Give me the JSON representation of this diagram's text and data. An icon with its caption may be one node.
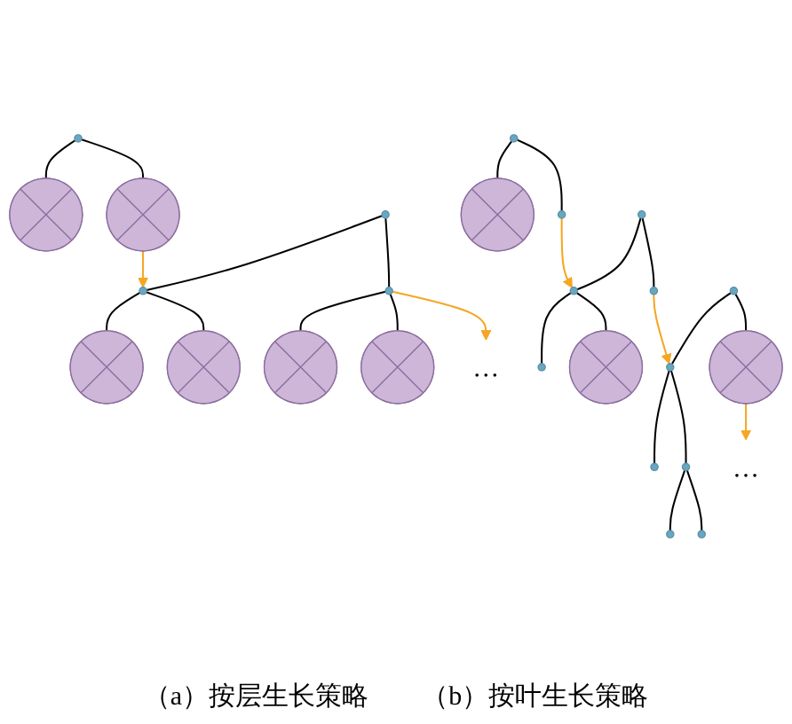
{
  "diagram": {
    "nodes": [
      {
        "text": [],
        "shape": "circle"
      },
      {
        "text": [],
        "shape": "circle"
      },
      {
        "text": [],
        "shape": "circle"
      },
      {
        "text": [],
        "shape": "circle"
      },
      {
        "text": [],
        "shape": "circle"
      },
      {
        "text": [],
        "shape": "circle"
      },
      {
        "text": [],
        "shape": "circle"
      },
      {
        "text": [],
        "shape": "circle"
      },
      {
        "text": [],
        "shape": "circle"
      },
      {
        "text": [],
        "shape": "circle"
      },
      {
        "text": [
          "…"
        ]
      },
      {
        "text": [],
        "shape": "circle"
      },
      {
        "text": [],
        "shape": "circle"
      },
      {
        "text": [],
        "shape": "circle"
      },
      {
        "text": [],
        "shape": "circle"
      },
      {
        "text": [],
        "shape": "circle"
      },
      {
        "text": [],
        "shape": "circle"
      },
      {
        "text": [],
        "shape": "circle"
      },
      {
        "text": [],
        "shape": "circle"
      },
      {
        "text": [],
        "shape": "circle"
      },
      {
        "text": [],
        "shape": "circle"
      },
      {
        "text": [],
        "shape": "circle"
      },
      {
        "text": [],
        "shape": "circle"
      },
      {
        "text": [],
        "shape": "circle"
      },
      {
        "text": [],
        "shape": "circle"
      },
      {
        "text": [],
        "shape": "circle"
      },
      {
        "text": [
          "…"
        ]
      }
    ],
    "edges": [
      {
        "from": 0,
        "to": 1,
        "arrow": "none"
      },
      {
        "from": 0,
        "to": 2,
        "arrow": "none"
      },
      {
        "from": 2,
        "to": 4,
        "arrow": "to",
        "color": "#f5a623"
      },
      {
        "from": 3,
        "to": 4,
        "arrow": "none"
      },
      {
        "from": 3,
        "to": 5,
        "arrow": "none"
      },
      {
        "from": 4,
        "to": 6,
        "arrow": "none"
      },
      {
        "from": 4,
        "to": 7,
        "arrow": "none"
      },
      {
        "from": 5,
        "to": 8,
        "arrow": "none"
      },
      {
        "from": 5,
        "to": 9,
        "arrow": "none"
      },
      {
        "from": 5,
        "to": 10,
        "arrow": "to",
        "color": "#f5a623"
      },
      {
        "from": 11,
        "to": 12,
        "arrow": "none"
      },
      {
        "from": 11,
        "to": 13,
        "arrow": "none"
      },
      {
        "from": 13,
        "to": 15,
        "arrow": "to",
        "color": "#f5a623"
      },
      {
        "from": 14,
        "to": 15,
        "arrow": "none"
      },
      {
        "from": 14,
        "to": 16,
        "arrow": "none"
      },
      {
        "from": 15,
        "to": 17,
        "arrow": "none"
      },
      {
        "from": 15,
        "to": 18,
        "arrow": "none"
      },
      {
        "from": 16,
        "to": 20,
        "arrow": "to",
        "color": "#f5a623"
      },
      {
        "from": 19,
        "to": 20,
        "arrow": "none"
      },
      {
        "from": 19,
        "to": 21,
        "arrow": "none"
      },
      {
        "from": 20,
        "to": 22,
        "arrow": "none"
      },
      {
        "from": 20,
        "to": 23,
        "arrow": "none"
      },
      {
        "from": 23,
        "to": 24,
        "arrow": "none"
      },
      {
        "from": 23,
        "to": 25,
        "arrow": "none"
      },
      {
        "from": 21,
        "to": 26,
        "arrow": "to",
        "color": "#f5a623"
      }
    ],
    "labels": [
      "（a）按层生长策略",
      "（b）按叶生长策略"
    ]
  }
}
